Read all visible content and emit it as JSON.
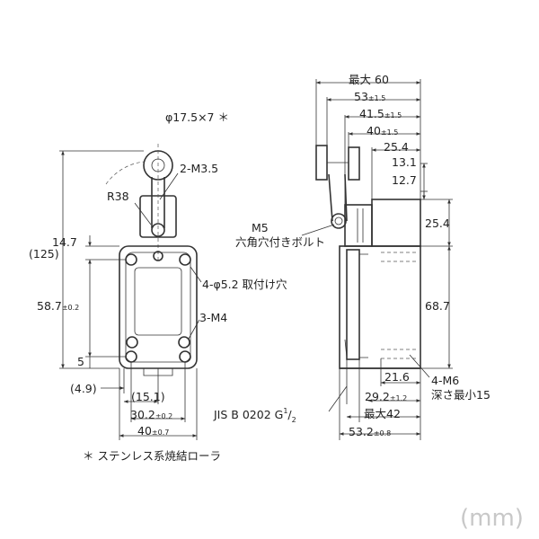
{
  "unit": "(mm)",
  "footnote": "＊ ステンレス系焼結ローラ",
  "front": {
    "roller": "φ17.5×7 ＊",
    "lever_screw": "2-M3.5",
    "radius": "R38",
    "height_total": "(125)",
    "top_offset": "14.7",
    "mid_height": "58.7",
    "mid_tol": "±0.2",
    "bottom_offset": "5",
    "mount_hole": "4-φ5.2 取付け穴",
    "cover_screw": "3-M4",
    "left_offset": "(4.9)",
    "center_offset": "(15.1)",
    "hole_pitch": "30.2",
    "hole_pitch_tol": "±0.2",
    "width": "40",
    "width_tol": "±0.7"
  },
  "side": {
    "max_width_prefix": "最大",
    "max_width": "60",
    "dim53": "53",
    "dim53_tol": "±1.5",
    "dim41": "41.5",
    "dim41_tol": "±1.5",
    "dim40": "40",
    "dim40_tol": "±1.5",
    "dim25_4_top": "25.4",
    "dim13_1": "13.1",
    "dim12_7": "12.7",
    "dim25_4_side": "25.4",
    "dim68_7": "68.7",
    "bolt_name": "M5",
    "bolt_desc": "六角穴付きボルト",
    "dim21_6": "21.6",
    "dim29_2": "29.2",
    "dim29_2_tol": "±1.2",
    "max42_prefix": "最大",
    "max42": "42",
    "dim53_2": "53.2",
    "dim53_2_tol": "±0.8",
    "thread": "4-M6",
    "thread_depth": "深さ最小15",
    "conduit": "JIS B 0202 G",
    "conduit_sup": "1",
    "conduit_sub": "2"
  }
}
